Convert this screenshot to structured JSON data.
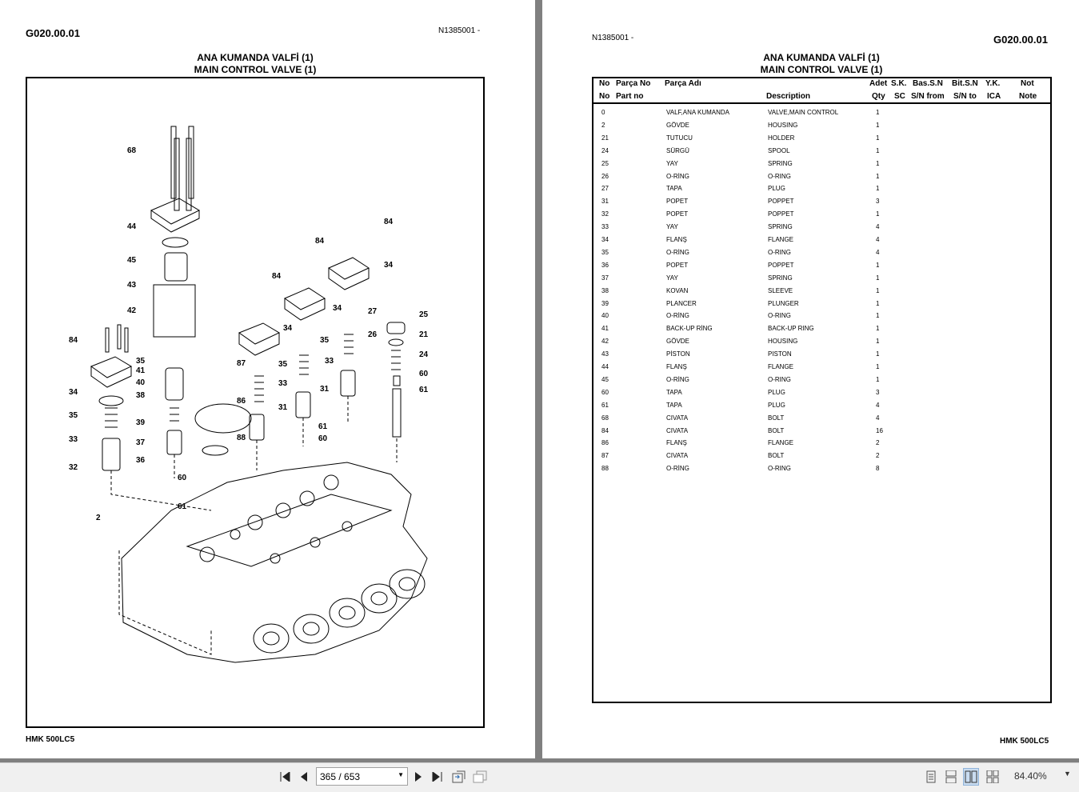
{
  "left_page": {
    "page_code": "G020.00.01",
    "serial": "N1385001 -",
    "title_tr": "ANA KUMANDA VALFİ (1)",
    "title_en": "MAIN CONTROL VALVE (1)",
    "model": "HMK 500LC5",
    "callouts": [
      "68",
      "44",
      "45",
      "43",
      "42",
      "84",
      "34",
      "35",
      "33",
      "32",
      "35",
      "41",
      "40",
      "38",
      "39",
      "37",
      "36",
      "87",
      "86",
      "88",
      "35",
      "33",
      "31",
      "34",
      "35",
      "33",
      "31",
      "34",
      "84",
      "84",
      "84",
      "34",
      "27",
      "26",
      "25",
      "21",
      "24",
      "60",
      "61",
      "61",
      "60",
      "60",
      "61",
      "2"
    ]
  },
  "right_page": {
    "page_code": "G020.00.01",
    "serial": "N1385001 -",
    "title_tr": "ANA KUMANDA VALFİ (1)",
    "title_en": "MAIN CONTROL VALVE (1)",
    "model": "HMK 500LC5",
    "headers_row1": {
      "no": "No",
      "part_no": "Parça No",
      "name": "Parça Adı",
      "qty": "Adet",
      "sc": "S.K.",
      "sn_from": "Bas.S.N",
      "sn_to": "Bit.S.N",
      "ica": "Y.K.",
      "note": "Not"
    },
    "headers_row2": {
      "no": "No",
      "part_no": "Part no",
      "description": "Description",
      "qty": "Qty",
      "sc": "SC",
      "sn_from": "S/N from",
      "sn_to": "S/N to",
      "ica": "ICA",
      "note": "Note"
    },
    "rows": [
      {
        "no": "0",
        "name": "VALF,ANA KUMANDA",
        "desc": "VALVE,MAIN CONTROL",
        "qty": "1"
      },
      {
        "no": "2",
        "name": "GÖVDE",
        "desc": "HOUSING",
        "qty": "1"
      },
      {
        "no": "21",
        "name": "TUTUCU",
        "desc": "HOLDER",
        "qty": "1"
      },
      {
        "no": "24",
        "name": "SÜRGÜ",
        "desc": "SPOOL",
        "qty": "1"
      },
      {
        "no": "25",
        "name": "YAY",
        "desc": "SPRING",
        "qty": "1"
      },
      {
        "no": "26",
        "name": "O-RİNG",
        "desc": "O-RING",
        "qty": "1"
      },
      {
        "no": "27",
        "name": "TAPA",
        "desc": "PLUG",
        "qty": "1"
      },
      {
        "no": "31",
        "name": "POPET",
        "desc": "POPPET",
        "qty": "3"
      },
      {
        "no": "32",
        "name": "POPET",
        "desc": "POPPET",
        "qty": "1"
      },
      {
        "no": "33",
        "name": "YAY",
        "desc": "SPRING",
        "qty": "4"
      },
      {
        "no": "34",
        "name": "FLANŞ",
        "desc": "FLANGE",
        "qty": "4"
      },
      {
        "no": "35",
        "name": "O-RİNG",
        "desc": "O-RING",
        "qty": "4"
      },
      {
        "no": "36",
        "name": "POPET",
        "desc": "POPPET",
        "qty": "1"
      },
      {
        "no": "37",
        "name": "YAY",
        "desc": "SPRING",
        "qty": "1"
      },
      {
        "no": "38",
        "name": "KOVAN",
        "desc": "SLEEVE",
        "qty": "1"
      },
      {
        "no": "39",
        "name": "PLANCER",
        "desc": "PLUNGER",
        "qty": "1"
      },
      {
        "no": "40",
        "name": "O-RİNG",
        "desc": "O-RING",
        "qty": "1"
      },
      {
        "no": "41",
        "name": "BACK-UP RİNG",
        "desc": "BACK-UP RING",
        "qty": "1"
      },
      {
        "no": "42",
        "name": "GÖVDE",
        "desc": "HOUSING",
        "qty": "1"
      },
      {
        "no": "43",
        "name": "PİSTON",
        "desc": "PISTON",
        "qty": "1"
      },
      {
        "no": "44",
        "name": "FLANŞ",
        "desc": "FLANGE",
        "qty": "1"
      },
      {
        "no": "45",
        "name": "O-RİNG",
        "desc": "O-RING",
        "qty": "1"
      },
      {
        "no": "60",
        "name": "TAPA",
        "desc": "PLUG",
        "qty": "3"
      },
      {
        "no": "61",
        "name": "TAPA",
        "desc": "PLUG",
        "qty": "4"
      },
      {
        "no": "68",
        "name": "CIVATA",
        "desc": "BOLT",
        "qty": "4"
      },
      {
        "no": "84",
        "name": "CIVATA",
        "desc": "BOLT",
        "qty": "16"
      },
      {
        "no": "86",
        "name": "FLANŞ",
        "desc": "FLANGE",
        "qty": "2"
      },
      {
        "no": "87",
        "name": "CIVATA",
        "desc": "BOLT",
        "qty": "2"
      },
      {
        "no": "88",
        "name": "O-RİNG",
        "desc": "O-RING",
        "qty": "8"
      }
    ]
  },
  "toolbar": {
    "page_indicator": "365 / 653",
    "zoom": "84.40%",
    "icons": [
      "first-page-icon",
      "prev-page-icon",
      "next-page-icon",
      "last-page-icon",
      "previous-view-icon",
      "next-view-icon",
      "single-page-icon",
      "continuous-icon",
      "two-page-icon",
      "two-page-continuous-icon"
    ]
  }
}
